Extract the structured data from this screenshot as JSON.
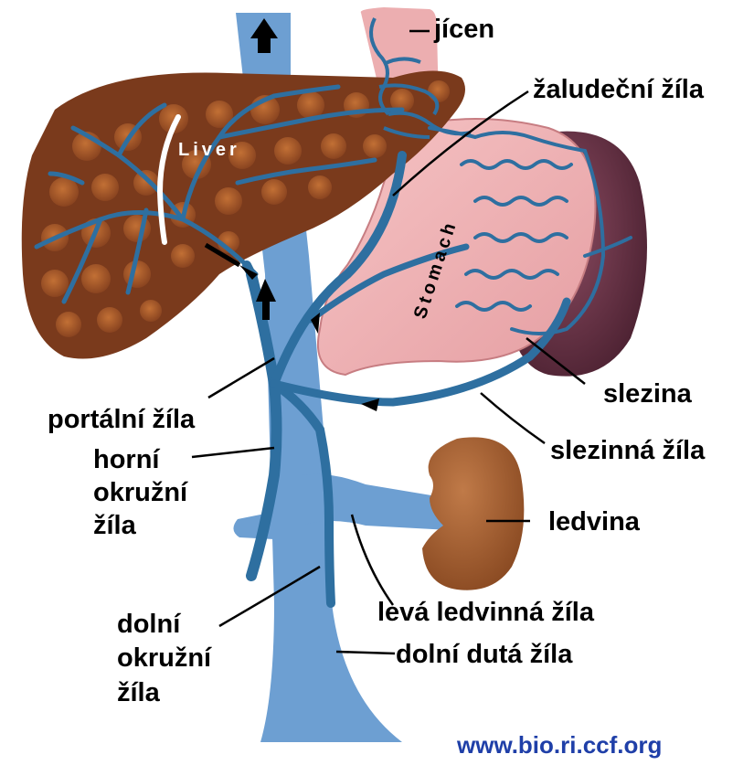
{
  "labels": {
    "jicen": "jícen",
    "zaludecni_zila": "žaludeční žíla",
    "slezina": "slezina",
    "portalni_zila": "portální žíla",
    "slezinna_zila": "slezinná žíla",
    "horni_okruzni_zila": [
      "horní",
      "okružní",
      "žíla"
    ],
    "ledvina": "ledvina",
    "leva_ledvinna_zila": "levá ledvinná žíla",
    "dolni_okruzni_zila": [
      "dolní",
      "okružní",
      "žíla"
    ],
    "dolni_duta_zila": "dolní dutá žíla"
  },
  "organ_labels": {
    "liver": "Liver",
    "stomach": "Stomach"
  },
  "credit": "www.bio.ri.ccf.org",
  "colors": {
    "vein": "#2e6fa0",
    "vena_cava": "#6d9fd2",
    "liver": "#7a3a1c",
    "liver_lobule": "#a55a2a",
    "stomach": "#f1b3b5",
    "esophagus": "#ecaeb0",
    "spleen": "#6e3648",
    "kidney": "#9a5a2e",
    "credit": "#1f3fa8"
  }
}
